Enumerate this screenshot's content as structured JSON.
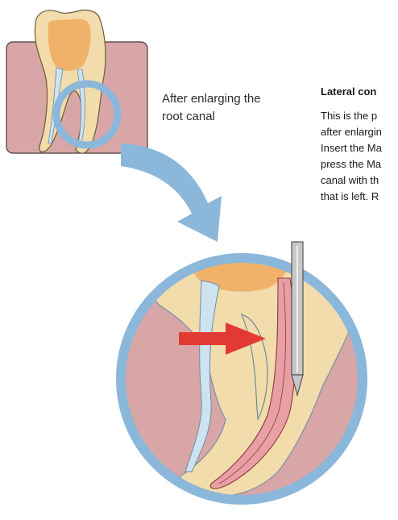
{
  "caption": {
    "line1": "After enlarging the",
    "line2": "root canal"
  },
  "lateral": {
    "title": "Lateral con",
    "lines": [
      "This is the p",
      "after enlargin",
      "Insert the Ma",
      "press the Ma",
      "canal with th",
      "that is left. R"
    ]
  },
  "colors": {
    "gum": "#d8a6a6",
    "gum_outline": "#4a3a3a",
    "dentin": "#f2dcab",
    "pulp_chamber": "#f0b26a",
    "canal": "#cde3f0",
    "magnifier_ring": "#8ab7da",
    "arrow_big": "#8ab7da",
    "red_arrow": "#e23a33",
    "gutta": "#e8a0a4",
    "spreader": "#c8c8c8"
  },
  "icons": {
    "magnifier": "magnifier-ring-icon",
    "direction_arrow": "curved-arrow-icon",
    "pressure_arrow": "red-arrow-icon",
    "instrument": "spreader-icon"
  }
}
